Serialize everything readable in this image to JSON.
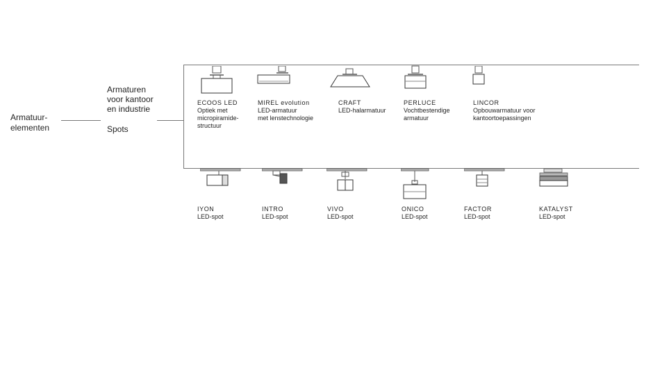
{
  "root": {
    "line1": "Armatuur-",
    "line2": "elementen"
  },
  "categories": [
    {
      "lines": [
        "Armaturen",
        "voor kantoor",
        "en industrie"
      ]
    },
    {
      "lines": [
        "Spots"
      ]
    }
  ],
  "office_products": [
    {
      "name": "ECOOS LED",
      "desc": [
        "Optiek met",
        "micropiramide-",
        "structuur"
      ],
      "icon": "ecoos-fixture-icon"
    },
    {
      "name": "MIREL evolution",
      "desc": [
        "LED-armatuur",
        "met lenstechnologie"
      ],
      "icon": "mirel-fixture-icon"
    },
    {
      "name": "CRAFT",
      "desc": [
        "LED-halarmatuur"
      ],
      "icon": "craft-highbay-icon"
    },
    {
      "name": "PERLUCE",
      "desc": [
        "Vochtbestendige",
        "armatuur"
      ],
      "icon": "perluce-fixture-icon"
    },
    {
      "name": "LINCOR",
      "desc": [
        "Opbouwarmatuur voor",
        "kantoortoepassingen"
      ],
      "icon": "lincor-fixture-icon"
    }
  ],
  "spot_products": [
    {
      "name": "IYON",
      "desc": [
        "LED-spot"
      ],
      "icon": "iyon-spot-icon"
    },
    {
      "name": "INTRO",
      "desc": [
        "LED-spot"
      ],
      "icon": "intro-spot-icon"
    },
    {
      "name": "VIVO",
      "desc": [
        "LED-spot"
      ],
      "icon": "vivo-spot-icon"
    },
    {
      "name": "ONICO",
      "desc": [
        "LED-spot"
      ],
      "icon": "onico-spot-icon"
    },
    {
      "name": "FACTOR",
      "desc": [
        "LED-spot"
      ],
      "icon": "factor-spot-icon"
    },
    {
      "name": "KATALYST",
      "desc": [
        "LED-spot"
      ],
      "icon": "katalyst-spot-icon"
    }
  ],
  "colors": {
    "line": "#777777",
    "text": "#222222",
    "icon_stroke": "#555555"
  }
}
